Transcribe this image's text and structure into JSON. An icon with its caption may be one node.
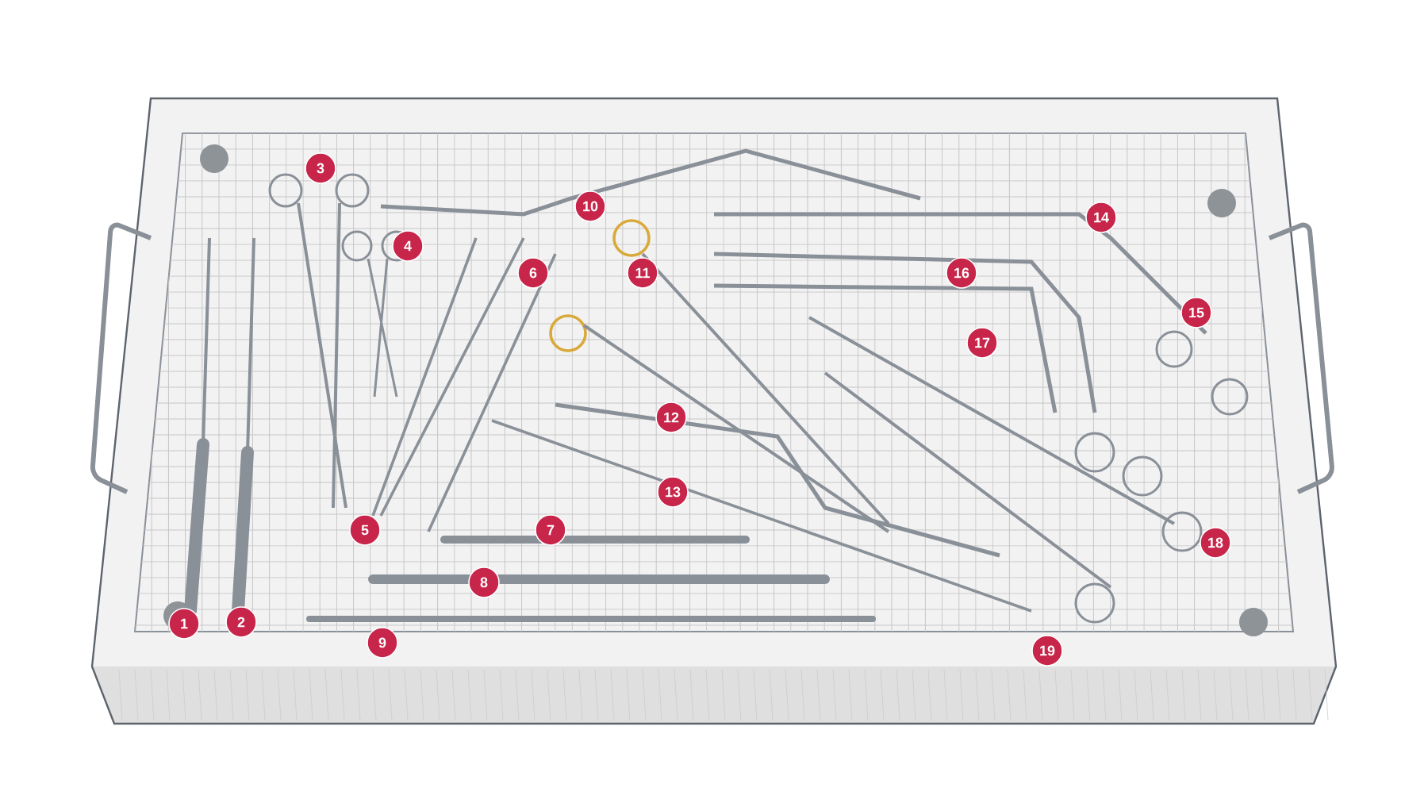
{
  "diagram": {
    "labels": [
      "1",
      "2",
      "3",
      "4",
      "5",
      "6",
      "7",
      "8",
      "9",
      "10",
      "11",
      "12",
      "13",
      "14",
      "15",
      "16",
      "17",
      "18",
      "19"
    ]
  }
}
